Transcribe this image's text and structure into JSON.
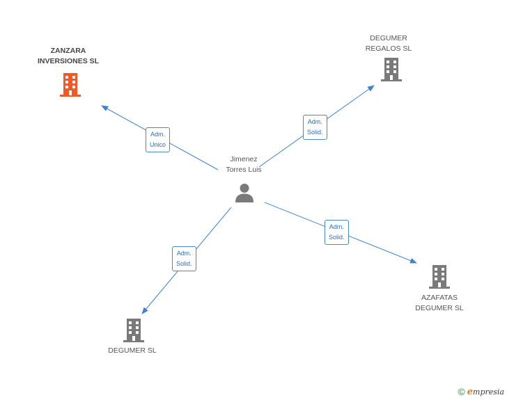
{
  "colors": {
    "edge": "#3f84c9",
    "building": "#7a7a7a",
    "building_highlight": "#f05a28",
    "person": "#7a7a7a"
  },
  "person": {
    "name_line1": "Jimenez",
    "name_line2": "Torres Luis",
    "icon": "person-icon"
  },
  "companies": [
    {
      "id": "zanzara",
      "line1": "ZANZARA",
      "line2": "INVERSIONES SL",
      "icon": "building-icon",
      "highlight": true
    },
    {
      "id": "degumer-regalos",
      "line1": "DEGUMER",
      "line2": "REGALOS SL",
      "icon": "building-icon",
      "highlight": false
    },
    {
      "id": "azafatas",
      "line1": "AZAFATAS",
      "line2": "DEGUMER SL",
      "icon": "building-icon",
      "highlight": false
    },
    {
      "id": "degumer",
      "line1": "DEGUMER SL",
      "line2": "",
      "icon": "building-icon",
      "highlight": false
    }
  ],
  "relations": [
    {
      "target": "zanzara",
      "line1": "Adm.",
      "line2": "Unico"
    },
    {
      "target": "degumer-regalos",
      "line1": "Adm.",
      "line2": "Solid."
    },
    {
      "target": "azafatas",
      "line1": "Adm.",
      "line2": "Solid."
    },
    {
      "target": "degumer",
      "line1": "Adm.",
      "line2": "Solid."
    }
  ],
  "footer": {
    "copyright": "©",
    "brand_initial": "e",
    "brand_rest": "mpresia"
  }
}
